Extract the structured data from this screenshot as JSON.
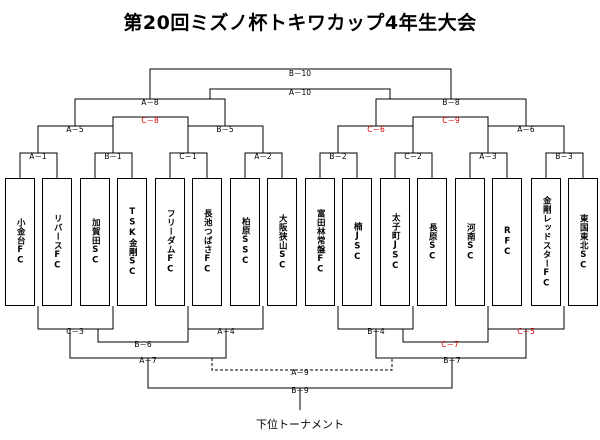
{
  "title": "第20回ミズノ杯トキワカップ4年生大会",
  "teams": [
    "小金台FC",
    "リバースFC",
    "加賀田SC",
    "TSK金剛SC",
    "フリーダムFC",
    "長池つばさFC",
    "柏原SSC",
    "大阪狭山SC",
    "富田林常盤FC",
    "楠JSC",
    "太子町JSC",
    "長原SC",
    "河南SC",
    "RFC",
    "金剛レッドスターFC",
    "東国東北SC"
  ],
  "matches": {
    "A1": "A－1",
    "B1": "B－1",
    "C1": "C－1",
    "A2": "A－2",
    "B2": "B－2",
    "C2": "C－2",
    "A3": "A－3",
    "B3": "B－3",
    "A5": "A－5",
    "C8": "C－8",
    "B5": "B－5",
    "C6": "C－6",
    "C9": "C－9",
    "A6": "A－6",
    "A8": "A－8",
    "B8": "B－8",
    "A10": "A－10",
    "B10": "B－10",
    "C3": "C－3",
    "B6": "B－6",
    "A4": "A－4",
    "B4": "B－4",
    "C7": "C－7",
    "C5": "C－5",
    "A7": "A－7",
    "A9": "A－9",
    "B7": "B－7",
    "B9": "B－9"
  },
  "footer": "下位トーナメント",
  "colors": {
    "line": "#000000",
    "red_label": "#e00000"
  }
}
